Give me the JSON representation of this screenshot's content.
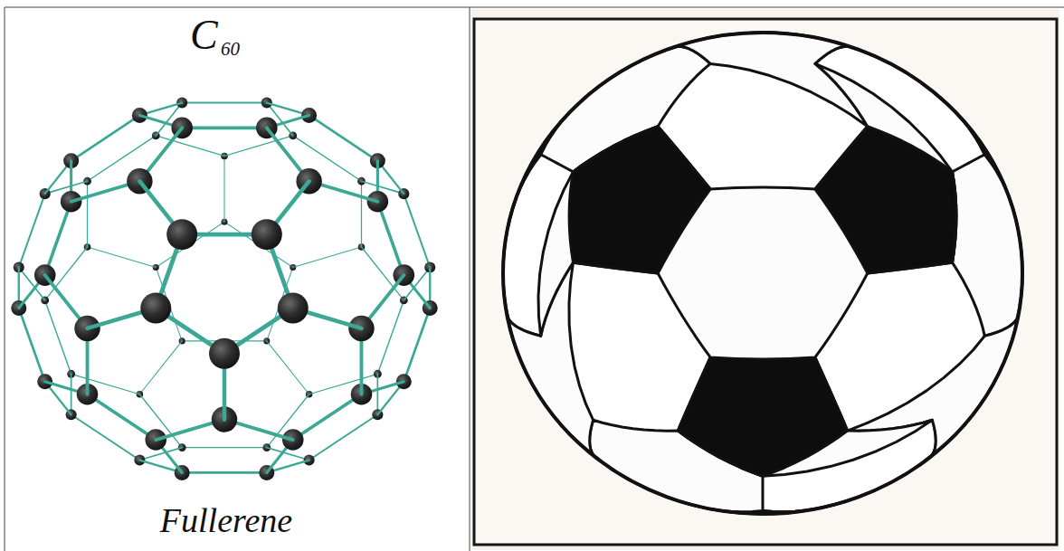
{
  "diagram": {
    "labels": [
      "C",
      "60",
      "Fullerene"
    ]
  }
}
